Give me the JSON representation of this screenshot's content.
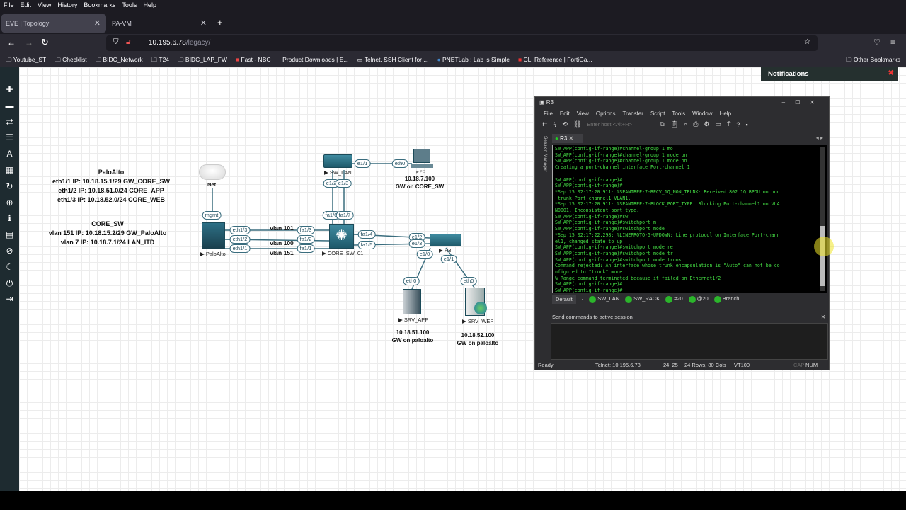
{
  "browser": {
    "menu": [
      "File",
      "Edit",
      "View",
      "History",
      "Bookmarks",
      "Tools",
      "Help"
    ],
    "tabs": [
      {
        "label": "EVE | Topology",
        "active": true
      },
      {
        "label": "PA-VM",
        "active": false
      }
    ],
    "url_host": "10.195.6.78",
    "url_path": "/legacy/",
    "bookmarks": [
      "Youtube_ST",
      "Checklist",
      "BIDC_Network",
      "T24",
      "BIDC_LAP_FW",
      "Fast - NBC",
      "Product Downloads | E...",
      "Telnet, SSH Client for ...",
      "PNETLab : Lab is Simple",
      "CLI Reference | FortiGa..."
    ],
    "other_bookmarks": "Other Bookmarks"
  },
  "sidebar_icons": [
    "plus-icon",
    "server-icon",
    "arrows-icon",
    "list-icon",
    "text-icon",
    "grid-icon",
    "refresh-icon",
    "zoom-icon",
    "info-icon",
    "notes-icon",
    "check-icon",
    "moon-icon",
    "power-icon",
    "logout-icon"
  ],
  "notifications": {
    "title": "Notifications"
  },
  "notes": {
    "paloalto": [
      "PaloAlto",
      "eth1/1 IP: 10.18.15.1/29 GW_CORE_SW",
      "eth1/2 IP: 10.18.51.0/24 CORE_APP",
      "eth1/3 IP: 10.18.52.0/24 CORE_WEB"
    ],
    "core_sw": [
      "CORE_SW",
      "vlan 151 IP: 10.18.15.2/29  GW_PaloAlto",
      "vlan 7 IP: 10.18.7.1/24 LAN_ITD"
    ]
  },
  "topology": {
    "nodes": {
      "net": "Net",
      "paloalto": "▶ PaloAlto",
      "core": "▶ CORE_SW_01",
      "sw_lan": "▶ SW_LAN",
      "pc": "▶ PC",
      "r3": "▶ R3",
      "srv_app": "▶ SRV_APP",
      "srv_wep": "▶ SRV_WEP"
    },
    "ports": {
      "mgmt": "mgmt",
      "pa_e13": "eth1/3",
      "pa_e12": "eth1/2",
      "pa_e11": "eth1/1",
      "c_fa13": "fa1/3",
      "c_fa12": "fa1/2",
      "c_fa11": "fa1/1",
      "c_fa16": "fa1/6",
      "c_fa17": "fa1/7",
      "c_fa14": "fa1/4",
      "c_fa15": "fa1/5",
      "l_e12": "e1/2",
      "l_e13": "e1/3",
      "l_e11": "e1/1",
      "pc_eth0": "eth0",
      "r_e12": "e1/2",
      "r_e13": "e1/3",
      "r_e10": "e1/0",
      "r_e11": "e1/1",
      "app_eth0": "eth0",
      "wep_eth0": "eth0"
    },
    "vlans": [
      "vlan 101",
      "vlan 100",
      "vlan 151"
    ],
    "pc_note": [
      "10.18.7.100",
      "GW on CORE_SW"
    ],
    "app_note": [
      "10.18.51.100",
      "GW on paloalto"
    ],
    "wep_note": [
      "10.18.52.100",
      "GW on paloalto"
    ]
  },
  "crt": {
    "title": "R3",
    "menu": [
      "File",
      "Edit",
      "View",
      "Options",
      "Transfer",
      "Script",
      "Tools",
      "Window",
      "Help"
    ],
    "host_placeholder": "Enter host <Alt+R>",
    "tab": "R3",
    "session_manager": "Session Manager",
    "terminal": [
      "SW_APP(config-if-range)#channel-group 1 mo",
      "SW_APP(config-if-range)#channel-group 1 mode on",
      "SW_APP(config-if-range)#channel-group 1 mode on",
      "Creating a port-channel interface Port-channel 1",
      "",
      "SW_APP(config-if-range)#",
      "SW_APP(config-if-range)#",
      "*Sep 15 02:17:20.911: %SPANTREE-7-RECV_1Q_NON_TRUNK: Received 802.1Q BPDU on non",
      " trunk Port-channel1 VLAN1.",
      "*Sep 15 02:17:20.911: %SPANTREE-7-BLOCK_PORT_TYPE: Blocking Port-channel1 on VLA",
      "N0001. Inconsistent port type.",
      "SW_APP(config-if-range)#sw",
      "SW_APP(config-if-range)#switchport m",
      "SW_APP(config-if-range)#switchport mode",
      "*Sep 15 02:17:22.298: %LINEPROTO-5-UPDOWN: Line protocol on Interface Port-chann",
      "el1, changed state to up",
      "SW_APP(config-if-range)#switchport mode re",
      "SW_APP(config-if-range)#switchport mode tr",
      "SW_APP(config-if-range)#switchport mode trunk",
      "Command rejected: An interface whose trunk encapsulation is \"Auto\" can not be co",
      "nfigured to \"trunk\" mode.",
      "% Range command terminated because it failed on Ethernet1/2",
      "SW_APP(config-if-range)#",
      "SW_APP(config-if-range)#"
    ],
    "sessions": [
      "Default",
      "-",
      "SW_LAN",
      "SW_RACK",
      "#20",
      "@20",
      "Branch"
    ],
    "send_label": "Send commands to active session",
    "status": {
      "ready": "Ready",
      "conn": "Telnet: 10.195.6.78",
      "pos": "24,  25",
      "size": "24 Rows, 80 Cols",
      "term": "VT100",
      "cap": "CAP",
      "num": "NUM"
    }
  }
}
